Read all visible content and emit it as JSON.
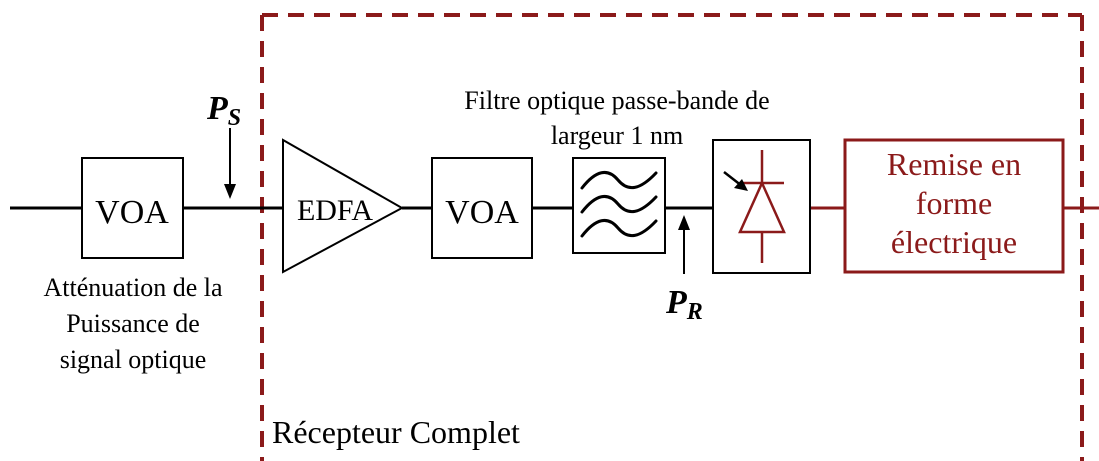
{
  "colors": {
    "line": "#000000",
    "receiver": "#8b1a1a",
    "background": "#ffffff"
  },
  "blocks": {
    "voa1": "VOA",
    "edfa": "EDFA",
    "voa2": "VOA"
  },
  "remise": {
    "line1": "Remise en",
    "line2": "forme",
    "line3": "électrique"
  },
  "labels": {
    "ps_main": "P",
    "ps_sub": "S",
    "pr_main": "P",
    "pr_sub": "R",
    "filter_line1": "Filtre optique passe-bande de",
    "filter_line2": "largeur 1 nm",
    "atten_line1": "Atténuation de la",
    "atten_line2": "Puissance de",
    "atten_line3": "signal optique",
    "receiver": "Récepteur Complet"
  },
  "icons": {
    "filter": "bandpass-filter-icon",
    "photodiode": "photodiode-icon"
  }
}
